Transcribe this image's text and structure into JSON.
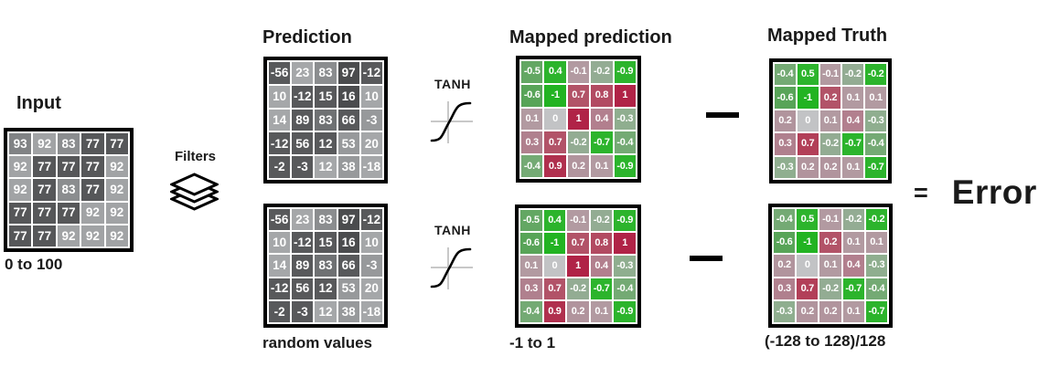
{
  "labels": {
    "input_title": "Input",
    "input_range": "0 to 100",
    "filters": "Filters",
    "prediction_title": "Prediction",
    "prediction_caption": "random values",
    "tanh": "TANH",
    "mapped_prediction_title": "Mapped prediction",
    "mapped_prediction_caption": "-1 to 1",
    "mapped_truth_title": "Mapped Truth",
    "mapped_truth_caption": "(-128 to 128)/128",
    "equals": "=",
    "error": "Error"
  },
  "icons": {
    "filters": "layers-stack-icon",
    "tanh": "tanh-sigmoid-curve-icon",
    "minus": "minus-operator"
  },
  "colors": {
    "ink": "#000000",
    "cell_text": "#ffffff",
    "axis_gray": "#c8c8c8",
    "bright_green": "#2cb42c",
    "crimson": "#b02347",
    "neutral_gray": "#c2c3c5"
  },
  "grids": {
    "input": {
      "cells": [
        [
          {
            "v": "93",
            "bg": "#818385"
          },
          {
            "v": "92",
            "bg": "#a1a3a5"
          },
          {
            "v": "83",
            "bg": "#8b8d8f"
          },
          {
            "v": "77",
            "bg": "#565759"
          },
          {
            "v": "77",
            "bg": "#565759"
          }
        ],
        [
          {
            "v": "92",
            "bg": "#a1a3a5"
          },
          {
            "v": "77",
            "bg": "#565759"
          },
          {
            "v": "77",
            "bg": "#565759"
          },
          {
            "v": "77",
            "bg": "#565759"
          },
          {
            "v": "92",
            "bg": "#a1a3a5"
          }
        ],
        [
          {
            "v": "92",
            "bg": "#a1a3a5"
          },
          {
            "v": "77",
            "bg": "#565759"
          },
          {
            "v": "83",
            "bg": "#8b8d8f"
          },
          {
            "v": "77",
            "bg": "#565759"
          },
          {
            "v": "92",
            "bg": "#a1a3a5"
          }
        ],
        [
          {
            "v": "77",
            "bg": "#565759"
          },
          {
            "v": "77",
            "bg": "#565759"
          },
          {
            "v": "77",
            "bg": "#565759"
          },
          {
            "v": "92",
            "bg": "#a1a3a5"
          },
          {
            "v": "92",
            "bg": "#a1a3a5"
          }
        ],
        [
          {
            "v": "77",
            "bg": "#565759"
          },
          {
            "v": "77",
            "bg": "#565759"
          },
          {
            "v": "92",
            "bg": "#a1a3a5"
          },
          {
            "v": "92",
            "bg": "#a1a3a5"
          },
          {
            "v": "92",
            "bg": "#a1a3a5"
          }
        ]
      ]
    },
    "prediction": {
      "cells": [
        [
          {
            "v": "-56",
            "bg": "#58595b"
          },
          {
            "v": "23",
            "bg": "#a5a7a9"
          },
          {
            "v": "83",
            "bg": "#8b8d8f"
          },
          {
            "v": "97",
            "bg": "#4b4c4e"
          },
          {
            "v": "-12",
            "bg": "#58595b"
          }
        ],
        [
          {
            "v": "10",
            "bg": "#a5a7a9"
          },
          {
            "v": "-12",
            "bg": "#58595b"
          },
          {
            "v": "15",
            "bg": "#58595b"
          },
          {
            "v": "16",
            "bg": "#4b4c4e"
          },
          {
            "v": "10",
            "bg": "#a5a7a9"
          }
        ],
        [
          {
            "v": "14",
            "bg": "#a5a7a9"
          },
          {
            "v": "89",
            "bg": "#58595b"
          },
          {
            "v": "83",
            "bg": "#6f7173"
          },
          {
            "v": "66",
            "bg": "#58595b"
          },
          {
            "v": "-3",
            "bg": "#97999b"
          }
        ],
        [
          {
            "v": "-12",
            "bg": "#58595b"
          },
          {
            "v": "56",
            "bg": "#58595b"
          },
          {
            "v": "12",
            "bg": "#58595b"
          },
          {
            "v": "53",
            "bg": "#97999b"
          },
          {
            "v": "20",
            "bg": "#a5a7a9"
          }
        ],
        [
          {
            "v": "-2",
            "bg": "#58595b"
          },
          {
            "v": "-3",
            "bg": "#58595b"
          },
          {
            "v": "12",
            "bg": "#a5a7a9"
          },
          {
            "v": "38",
            "bg": "#97999b"
          },
          {
            "v": "-18",
            "bg": "#a5a7a9"
          }
        ]
      ]
    },
    "mapped_prediction": {
      "cells": [
        [
          {
            "v": "-0.5",
            "bg": "#63a763"
          },
          {
            "v": "0.4",
            "bg": "#2cb42c"
          },
          {
            "v": "-0.1",
            "bg": "#b29aa1"
          },
          {
            "v": "-0.2",
            "bg": "#93ac93"
          },
          {
            "v": "-0.9",
            "bg": "#2cb42c"
          }
        ],
        [
          {
            "v": "-0.6",
            "bg": "#58a458"
          },
          {
            "v": "-1",
            "bg": "#22b322"
          },
          {
            "v": "0.7",
            "bg": "#b25368"
          },
          {
            "v": "0.8",
            "bg": "#b24a62"
          },
          {
            "v": "1",
            "bg": "#b02347"
          }
        ],
        [
          {
            "v": "0.1",
            "bg": "#b29aa1"
          },
          {
            "v": "0",
            "bg": "#c2c3c5"
          },
          {
            "v": "1",
            "bg": "#b02347"
          },
          {
            "v": "0.4",
            "bg": "#b27f8e"
          },
          {
            "v": "-0.3",
            "bg": "#8fae8f"
          }
        ],
        [
          {
            "v": "0.3",
            "bg": "#b0808e"
          },
          {
            "v": "0.7",
            "bg": "#b25368"
          },
          {
            "v": "-0.2",
            "bg": "#93ac93"
          },
          {
            "v": "-0.7",
            "bg": "#2cb42c"
          },
          {
            "v": "-0.4",
            "bg": "#74aa74"
          }
        ],
        [
          {
            "v": "-0.4",
            "bg": "#74aa74"
          },
          {
            "v": "0.9",
            "bg": "#b0304e"
          },
          {
            "v": "0.2",
            "bg": "#b1949d"
          },
          {
            "v": "0.1",
            "bg": "#b29aa1"
          },
          {
            "v": "-0.9",
            "bg": "#2cb42c"
          }
        ]
      ]
    },
    "mapped_truth": {
      "cells": [
        [
          {
            "v": "-0.4",
            "bg": "#74aa74"
          },
          {
            "v": "0.5",
            "bg": "#2cb42c"
          },
          {
            "v": "-0.1",
            "bg": "#b29aa1"
          },
          {
            "v": "-0.2",
            "bg": "#93ac93"
          },
          {
            "v": "-0.2",
            "bg": "#2cb42c"
          }
        ],
        [
          {
            "v": "-0.6",
            "bg": "#58a458"
          },
          {
            "v": "-1",
            "bg": "#22b322"
          },
          {
            "v": "0.2",
            "bg": "#b25368"
          },
          {
            "v": "0.1",
            "bg": "#b29aa1"
          },
          {
            "v": "0.1",
            "bg": "#b29aa1"
          }
        ],
        [
          {
            "v": "0.2",
            "bg": "#b1949d"
          },
          {
            "v": "0",
            "bg": "#c2c3c5"
          },
          {
            "v": "0.1",
            "bg": "#b29aa1"
          },
          {
            "v": "0.4",
            "bg": "#b27f8e"
          },
          {
            "v": "-0.3",
            "bg": "#8fae8f"
          }
        ],
        [
          {
            "v": "0.3",
            "bg": "#b0808e"
          },
          {
            "v": "0.7",
            "bg": "#b23f58"
          },
          {
            "v": "-0.2",
            "bg": "#93ac93"
          },
          {
            "v": "-0.7",
            "bg": "#2cb42c"
          },
          {
            "v": "-0.4",
            "bg": "#74aa74"
          }
        ],
        [
          {
            "v": "-0.3",
            "bg": "#8fae8f"
          },
          {
            "v": "0.2",
            "bg": "#b1949d"
          },
          {
            "v": "0.2",
            "bg": "#b1949d"
          },
          {
            "v": "0.1",
            "bg": "#b29aa1"
          },
          {
            "v": "-0.7",
            "bg": "#2cb42c"
          }
        ]
      ]
    }
  }
}
